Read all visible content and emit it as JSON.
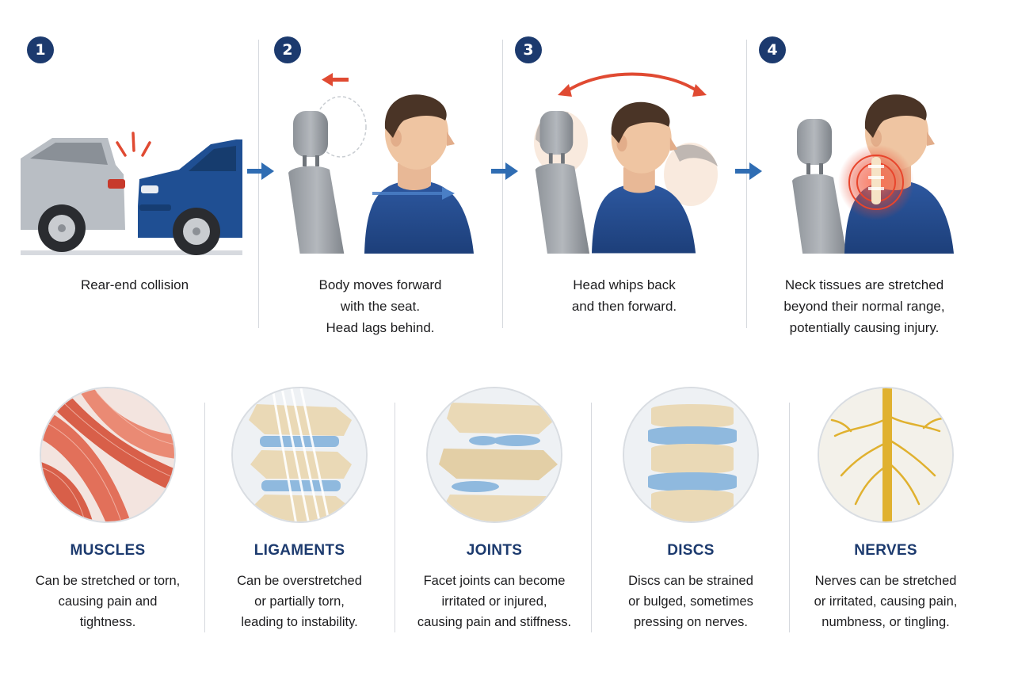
{
  "steps": [
    {
      "number": "1",
      "caption_lines": [
        "Rear-end collision"
      ]
    },
    {
      "number": "2",
      "caption_lines": [
        "Body moves forward",
        "with the seat.",
        "Head lags behind."
      ]
    },
    {
      "number": "3",
      "caption_lines": [
        "Head whips back",
        "and then forward."
      ]
    },
    {
      "number": "4",
      "caption_lines": [
        "Neck tissues are stretched",
        "beyond their normal range,",
        "potentially causing injury."
      ]
    }
  ],
  "tissues": [
    {
      "title": "MUSCLES",
      "desc_lines": [
        "Can be stretched or torn,",
        "causing pain and",
        "tightness."
      ]
    },
    {
      "title": "LIGAMENTS",
      "desc_lines": [
        "Can be overstretched",
        "or partially torn,",
        "leading to instability."
      ]
    },
    {
      "title": "JOINTS",
      "desc_lines": [
        "Facet joints can become",
        "irritated or injured,",
        "causing pain and stiffness."
      ]
    },
    {
      "title": "DISCS",
      "desc_lines": [
        "Discs can be strained",
        "or bulged, sometimes",
        "pressing on nerves."
      ]
    },
    {
      "title": "NERVES",
      "desc_lines": [
        "Nerves can be stretched",
        "or irritated, causing pain,",
        "numbness, or tingling."
      ]
    }
  ],
  "colors": {
    "badge": "#1c3a6e",
    "title": "#1c3a6e",
    "flow_arrow": "#2f6db3",
    "motion_arrow": "#e04a32",
    "shirt": "#244b8c",
    "silver_car": "#b9bec4",
    "blue_car": "#1f4f93",
    "muscle": "#e2705a",
    "bone": "#ead9b6",
    "disc": "#8fb9de",
    "nerve": "#e0b12f"
  },
  "icons": [
    "flow-arrow-icon",
    "impact-burst-icon",
    "motion-arrow-icon",
    "pain-ring-icon"
  ]
}
